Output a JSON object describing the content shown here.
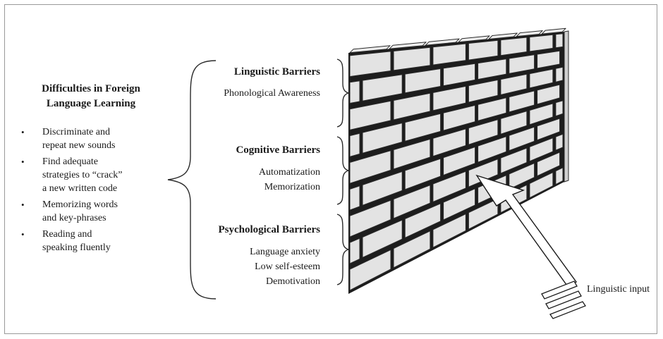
{
  "difficulties": {
    "title_lines": [
      "Difficulties in Foreign",
      "Language Learning"
    ],
    "items": [
      {
        "lines": [
          "Discriminate and",
          "repeat new sounds"
        ]
      },
      {
        "lines": [
          "Find adequate",
          "strategies to “crack”",
          "a new written code"
        ]
      },
      {
        "lines": [
          "Memorizing words",
          "and key-phrases"
        ]
      },
      {
        "lines": [
          "Reading and",
          "speaking fluently"
        ]
      }
    ]
  },
  "barriers": {
    "linguistic": {
      "title": "Linguistic Barriers",
      "items": [
        "Phonological Awareness"
      ]
    },
    "cognitive": {
      "title": "Cognitive Barriers",
      "items": [
        "Automatization",
        "Memorization"
      ]
    },
    "psychological": {
      "title": "Psychological Barriers",
      "items": [
        "Language anxiety",
        "Low self-esteem",
        "Demotivation"
      ]
    }
  },
  "arrow": {
    "label": "Linguistic input"
  },
  "colors": {
    "brick_fill": "#e3e3e3",
    "brick_top": "#efefef",
    "brick_side": "#cfcfcf",
    "mortar": "#2a2a2a",
    "frame": "#9a9a9a"
  }
}
